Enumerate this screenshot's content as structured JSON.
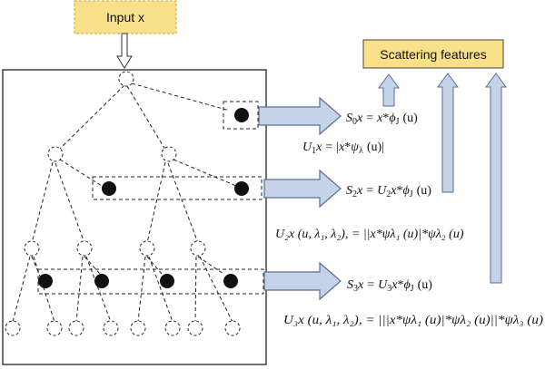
{
  "input": {
    "label": "Input x",
    "fill": "#fbe08a",
    "border": "#c9a83a"
  },
  "output": {
    "label": "Scattering features",
    "fill": "#fbe08a"
  },
  "arrow_fill": "#c5d3ea",
  "equations": {
    "s0": {
      "lhs": "S",
      "lhs_sub": "0",
      "x": "x",
      "eq": "=",
      "rhs_x": "x",
      "star": "*",
      "phi": "ϕ",
      "phi_sub": "J",
      "arg": "(u)"
    },
    "u1": {
      "lhs": "U",
      "lhs_sub": "1",
      "x": "x",
      "eq": "=",
      "bar_open": "|",
      "rhs_x": "x",
      "star": "*",
      "psi": "ψ",
      "psi_sub": "λ",
      "arg": "(u)",
      "bar_close": "|"
    },
    "s2": {
      "lhs": "S",
      "lhs_sub": "2",
      "x": "x",
      "eq": "=",
      "u": "U",
      "u_sub": "2",
      "rhs_x": "x",
      "star": "*",
      "phi": "ϕ",
      "phi_sub": "J",
      "arg": "(u)"
    },
    "u2": {
      "text": "U₂x (u, λ₁, λ₂), = ||x*ψλ₁ (u)|*ψλ₂ (u)"
    },
    "s3": {
      "lhs": "S",
      "lhs_sub": "3",
      "x": "x",
      "eq": "=",
      "u": "U",
      "u_sub": "3",
      "rhs_x": "x",
      "star": "*",
      "phi": "ϕ",
      "phi_sub": "J",
      "arg": "(u)"
    },
    "u3": {
      "text": "U₃x (u, λ₁, λ₂), = |||x*ψλ₁ (u)|*ψλ₂ (u)||*ψλ₃ (u)"
    }
  }
}
